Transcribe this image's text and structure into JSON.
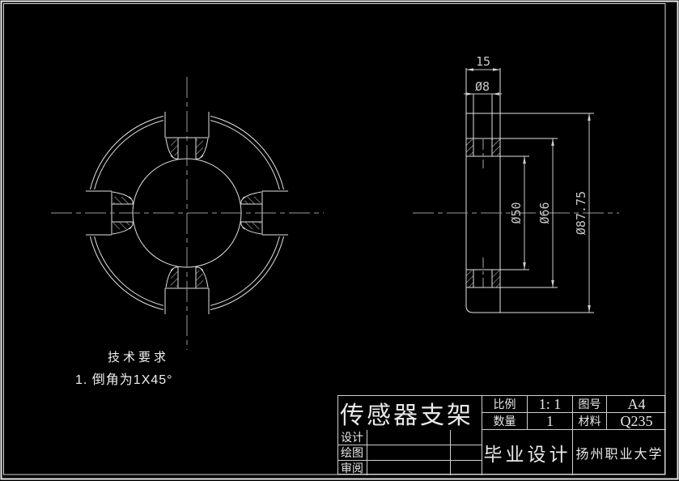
{
  "note": {
    "heading": "技术要求",
    "item1": "1. 倒角为1X45°"
  },
  "dimensions": {
    "thickness": "15",
    "hole": "Ø8",
    "bore": "Ø50",
    "slot_bottom_dia": "Ø66",
    "outer_dia": "Ø87.75"
  },
  "title_block": {
    "part_name": "传感器支架",
    "scale_label": "比例",
    "scale_value": "1: 1",
    "qty_label": "数量",
    "qty_value": "1",
    "drawing_no_label": "图号",
    "drawing_no_value": "A4",
    "material_label": "材料",
    "material_value": "Q235",
    "design_label": "设计",
    "draft_label": "绘图",
    "review_label": "审阅",
    "project_name": "毕业设计",
    "organization": "扬州职业大学"
  },
  "colors": {
    "background": "#000000",
    "geometry_line": "#e2e2e2",
    "dimension_line": "#c8c8c8",
    "centerline": "#9a9a9a"
  }
}
